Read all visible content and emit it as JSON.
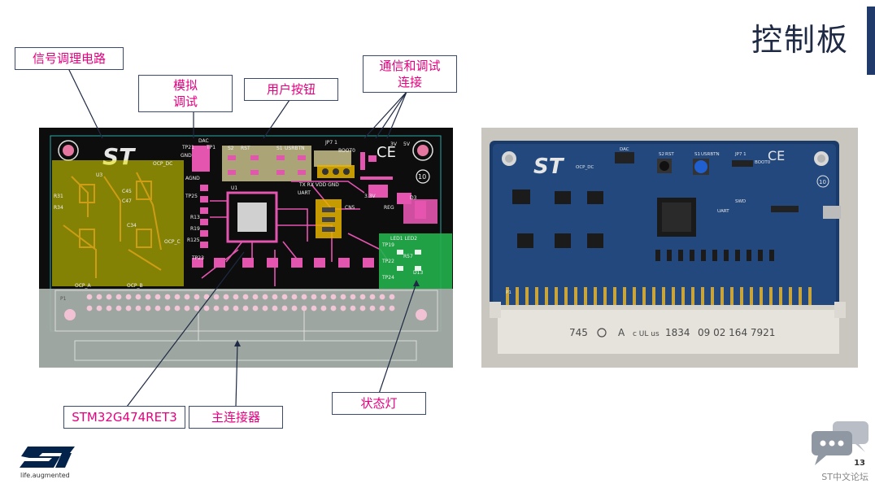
{
  "slide": {
    "title": "控制板",
    "page_number": "13",
    "forum_label": "ST中文论坛",
    "tagline": "life.augmented"
  },
  "callouts": {
    "signal_conditioning": "信号调理电路",
    "analog_debug_line1": "模拟",
    "analog_debug_line2": "调试",
    "user_buttons": "用户按钮",
    "comm_debug_line1": "通信和调试",
    "comm_debug_line2": "连接",
    "mcu": "STM32G474RET3",
    "main_connector": "主连接器",
    "status_led": "状态灯"
  },
  "pcb_labels": {
    "dac": "DAC",
    "tp21": "TP21",
    "tp1": "TP1",
    "gnd": "GND",
    "agnd": "AGND",
    "s2": "S2",
    "rst": "RST",
    "s1": "S1",
    "usrbtn": "USRBTN",
    "jp71": "JP7 1",
    "bootd": "BOOT0",
    "ocp_dc": "OCP_DC",
    "tp25": "TP25",
    "tp23": "TP23",
    "c45": "C45",
    "c47": "C47",
    "c34": "C34",
    "r31": "R31",
    "r34": "R34",
    "u3": "U3",
    "u1": "U1",
    "uart": "UART",
    "tx_rx": "TX  RX  VDD  GND",
    "v33": "3.3V",
    "v3": "3V",
    "v5": "5V",
    "d3": "D3",
    "cn5": "CN5",
    "reg": "REG",
    "led_trio": "LED1 LED2",
    "tp19": "TP19",
    "tp22": "TP22",
    "tp24": "TP24",
    "r57": "R57",
    "d13": "D13",
    "p1": "P1",
    "ocp_a": "OCP_A",
    "ocp_b": "OCP_B",
    "ocp_c": "OCP_C",
    "r13": "R13",
    "r19": "R19",
    "r125": "R125",
    "num10": "10"
  },
  "photo_labels": {
    "connector_print": "745",
    "connector_a": "A",
    "connector_ul": "c UL us",
    "connector_year": "1834",
    "connector_part": "09 02 164 7921",
    "dac": "DAC",
    "s2": "S2",
    "rst": "RST",
    "s1": "S1",
    "usrbtn": "USRBTN",
    "jp7": "JP7 1",
    "boot": "BOOT0",
    "ocp_dc": "OCP_DC",
    "p1": "P1",
    "uart": "UART",
    "swd": "SWD",
    "num10": "10"
  },
  "colors": {
    "callout_text": "#e4007f",
    "callout_border": "#3c4a6e",
    "pcb_background": "#111111",
    "pcb_copper_pink": "#e455b0",
    "highlight_yellow": "#e8e400",
    "highlight_green": "#22b14c",
    "highlight_gray": "#a9b3ad",
    "st_blue": "#03234b"
  }
}
